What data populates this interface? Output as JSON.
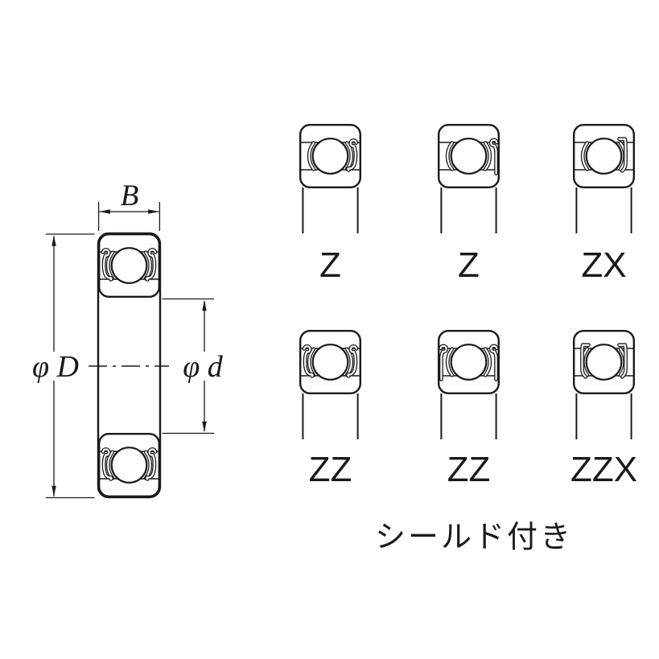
{
  "caption": "シールド付き",
  "dimensions": {
    "width_label": "B",
    "outer_diameter_label": "φ D",
    "bore_diameter_label": "φ d"
  },
  "variants": [
    {
      "label": "Z",
      "shields": "right-curled"
    },
    {
      "label": "Z",
      "shields": "right-straight"
    },
    {
      "label": "ZX",
      "shields": "right-tab"
    },
    {
      "label": "ZZ",
      "shields": "both-curled"
    },
    {
      "label": "ZZ",
      "shields": "both-straight"
    },
    {
      "label": "ZZX",
      "shields": "both-tab"
    }
  ],
  "colors": {
    "ring_fill": "#d5e9f5",
    "line": "#1a1a1a",
    "background": "#ffffff"
  }
}
